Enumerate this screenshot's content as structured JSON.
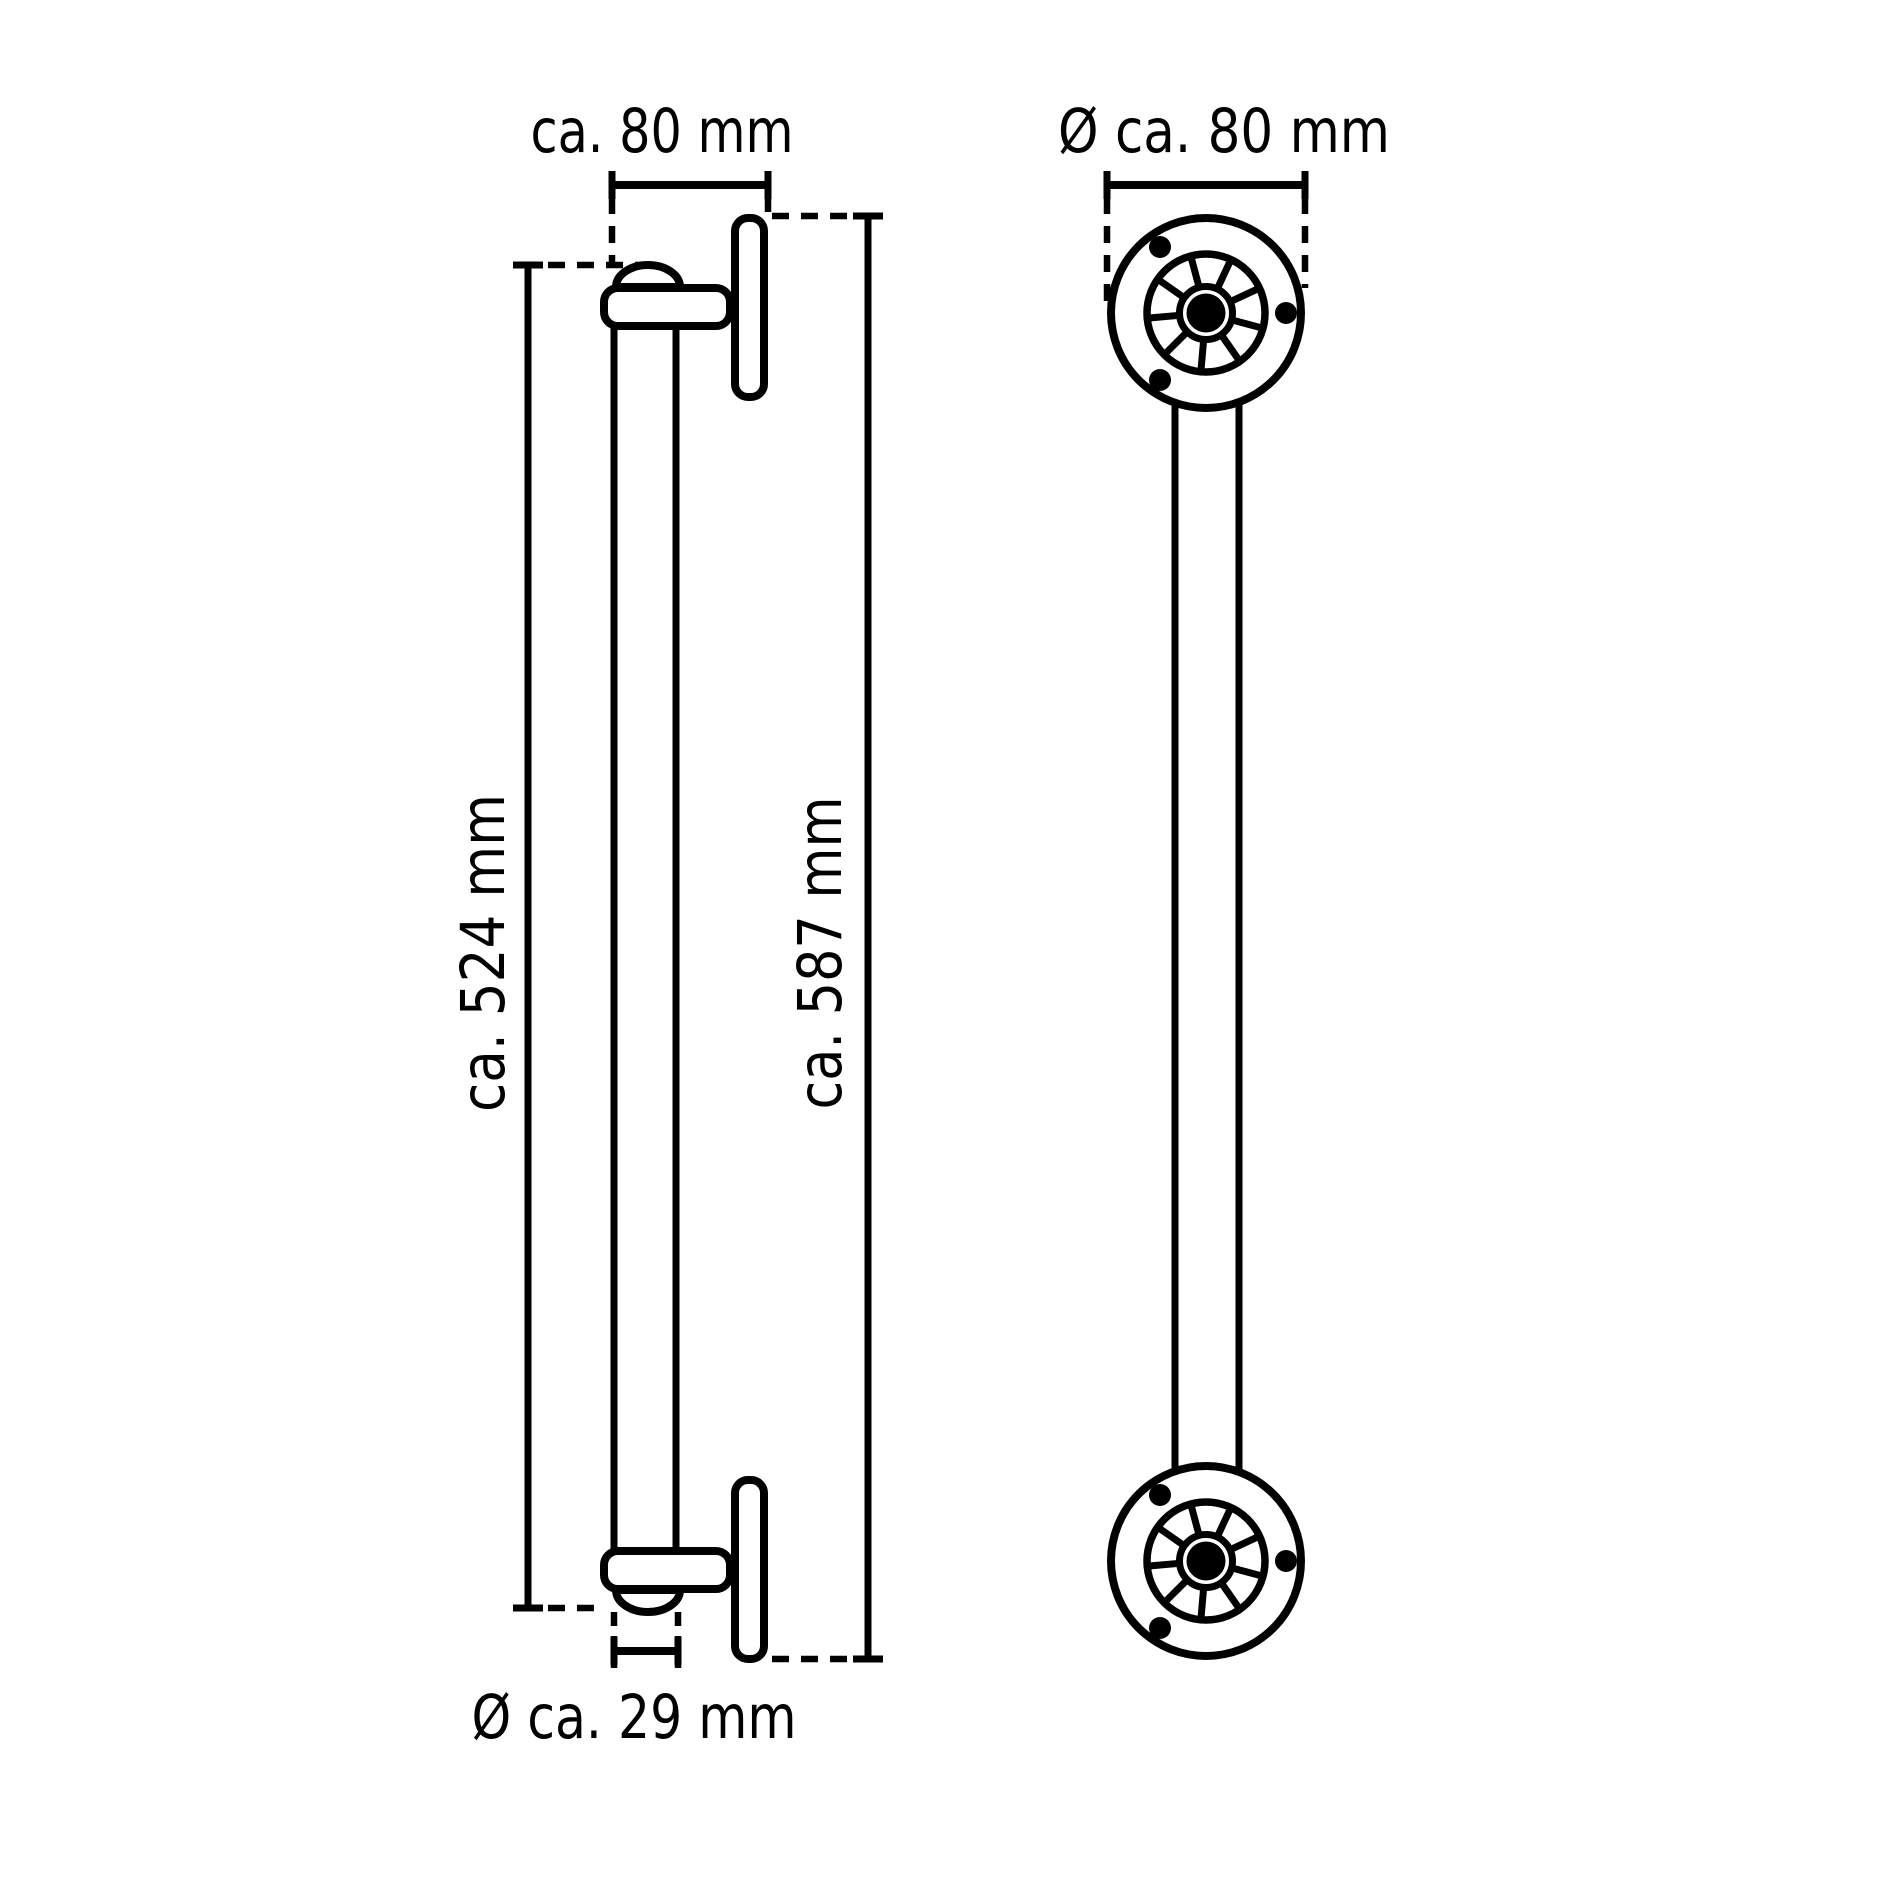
{
  "colors": {
    "ink": "#000000",
    "paper": "#ffffff"
  },
  "drawing": {
    "type": "technical-dimension-drawing",
    "subject": "wall-mounted grab bar, side view and front view"
  },
  "views": {
    "side": {
      "mount_depth_label": "ca. 80 mm",
      "grip_length_label": "ca. 524 mm",
      "total_length_label": "ca. 587 mm",
      "tube_diameter_label": "Ø ca. 29 mm"
    },
    "front": {
      "flange_diameter_label": "Ø ca. 80 mm"
    }
  }
}
